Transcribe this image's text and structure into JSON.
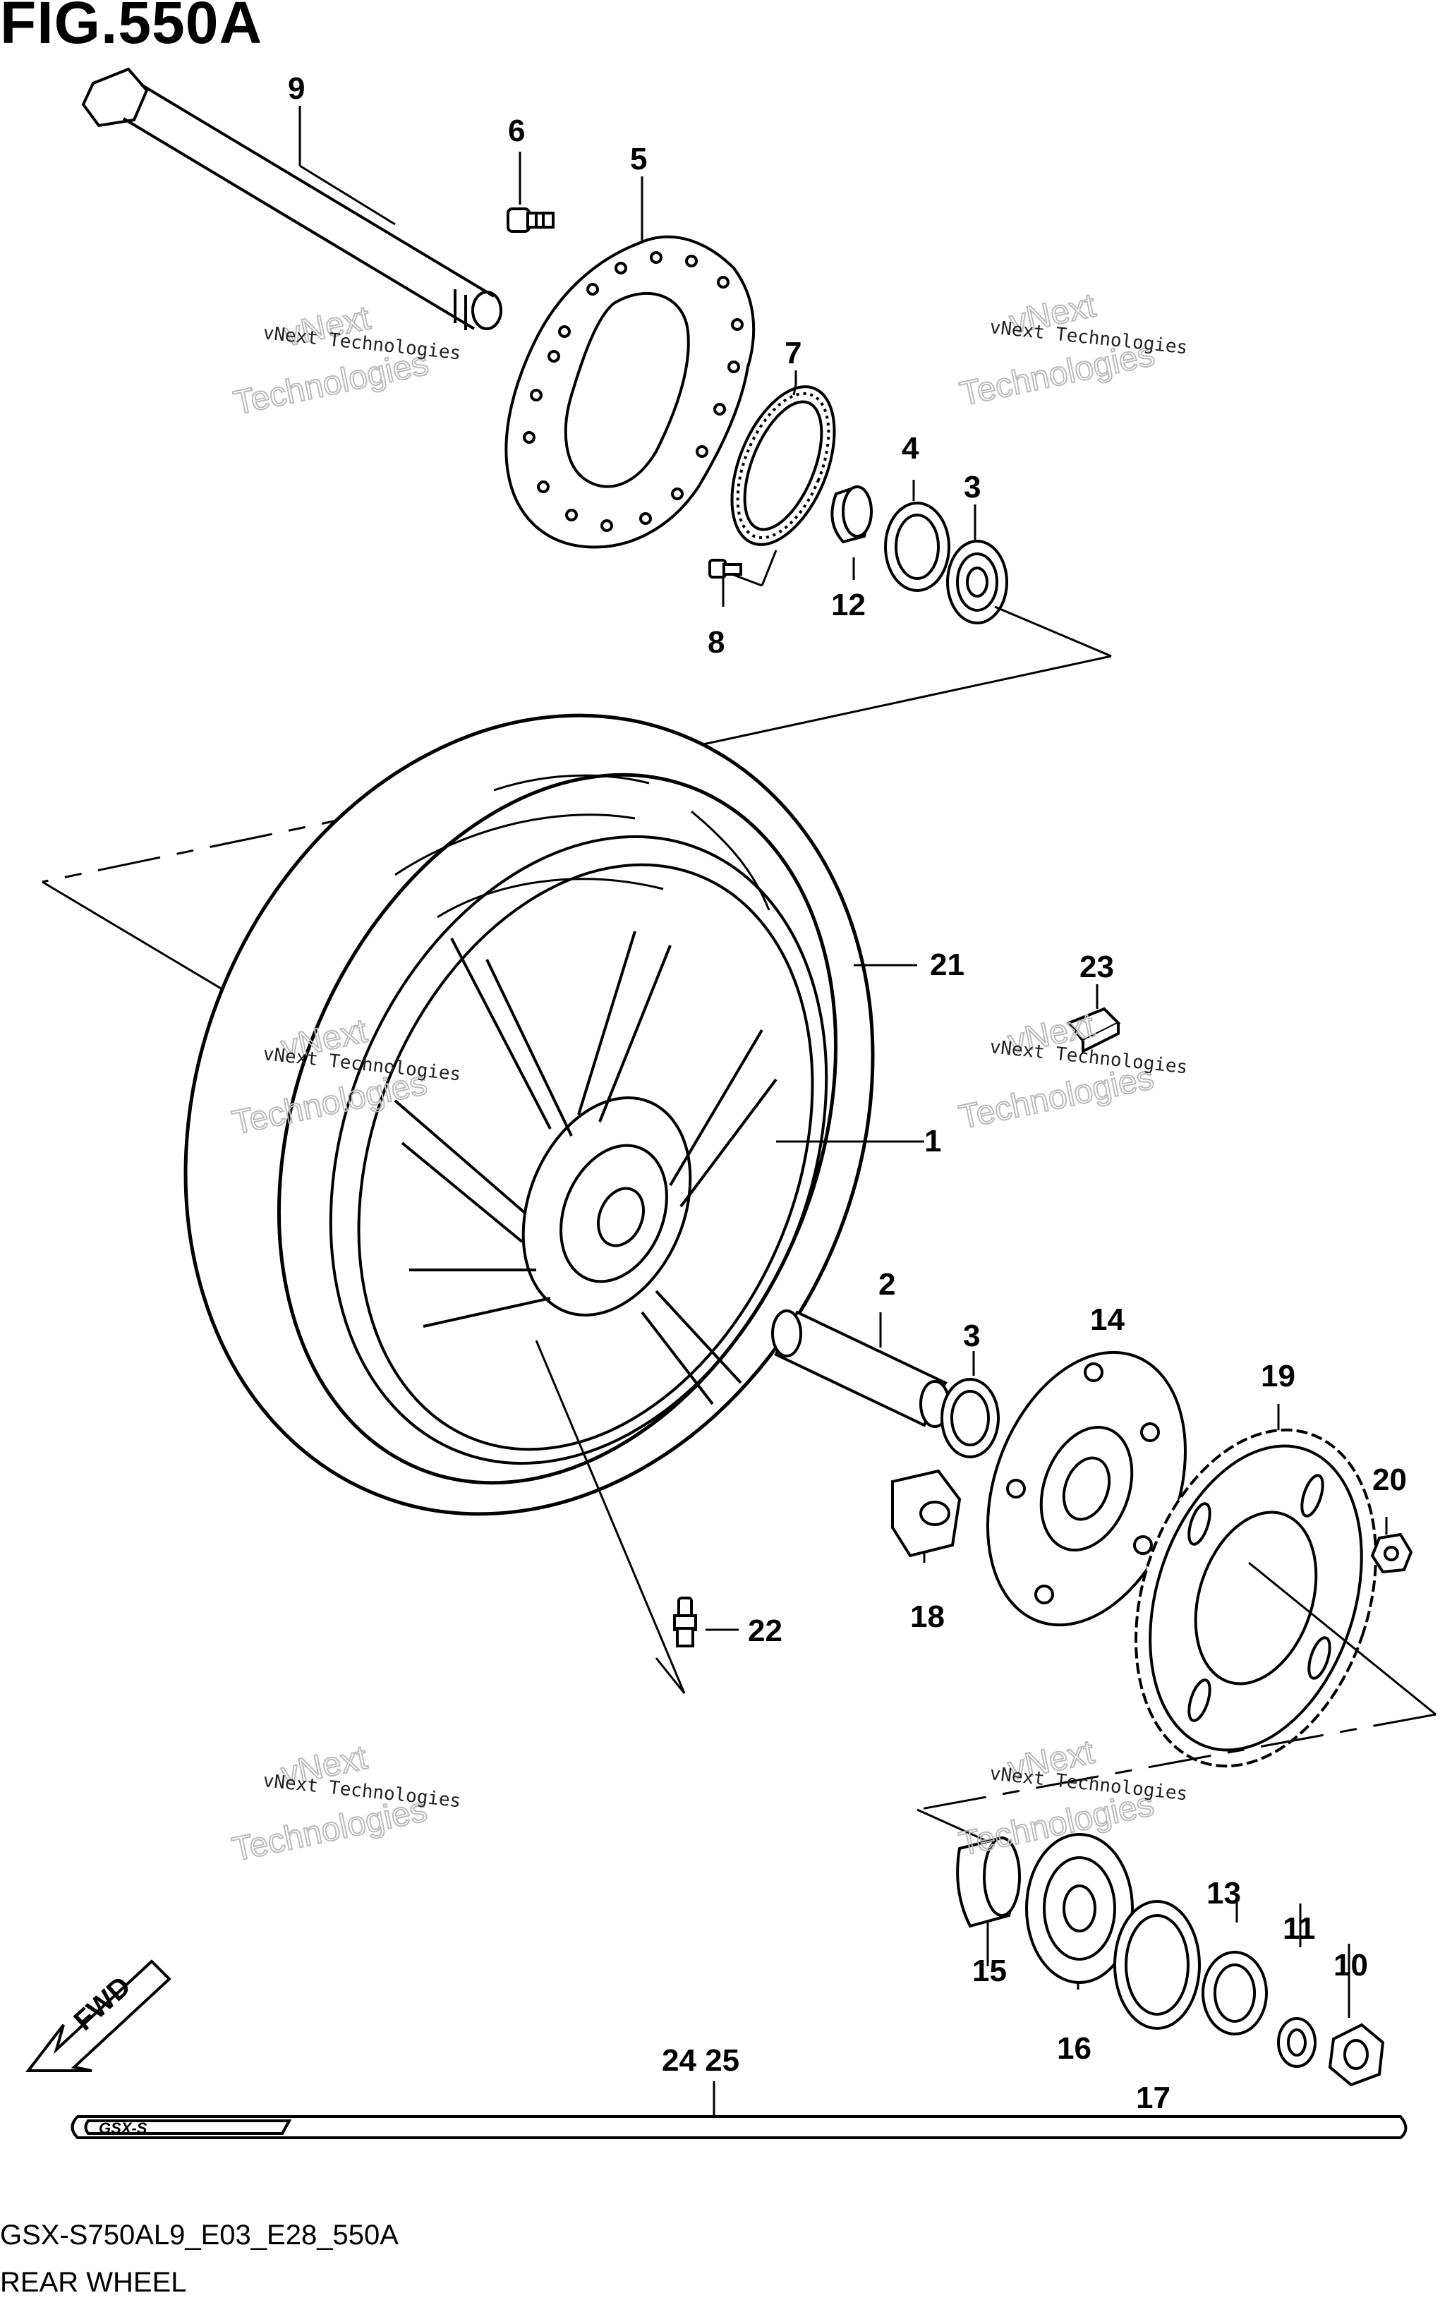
{
  "figure": {
    "title": "FIG.550A"
  },
  "footer": {
    "model_code": "GSX-S750AL9_E03_E28_550A",
    "caption": "REAR WHEEL"
  },
  "watermark": {
    "line1": "vNext Technologies",
    "line2a": "vNext",
    "line2b": "Technologies"
  },
  "fwd_label": "FWD",
  "stripe_text": "GSX-S",
  "callouts": {
    "c1": "1",
    "c2": "2",
    "c3a": "3",
    "c3b": "3",
    "c4": "4",
    "c5": "5",
    "c6": "6",
    "c7": "7",
    "c8": "8",
    "c9": "9",
    "c10": "10",
    "c11": "11",
    "c12": "12",
    "c13": "13",
    "c14": "14",
    "c15": "15",
    "c16": "16",
    "c17": "17",
    "c18": "18",
    "c19": "19",
    "c20": "20",
    "c21": "21",
    "c22": "22",
    "c23": "23",
    "c24_25": "24 25"
  }
}
